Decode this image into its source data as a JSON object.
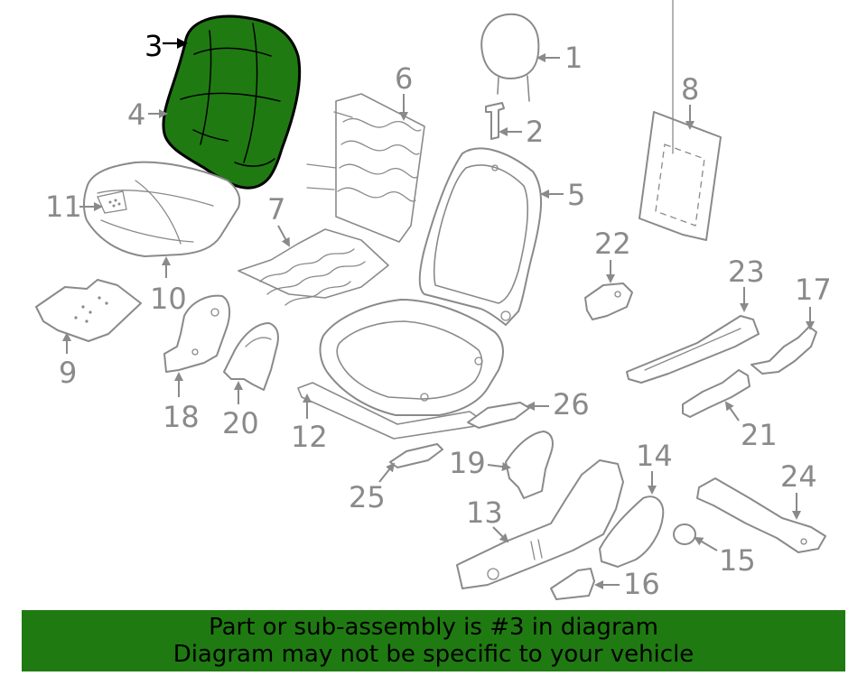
{
  "highlight_color": "#1f7a12",
  "line_color": "#8a8a8a",
  "callouts": {
    "c1": "1",
    "c2": "2",
    "c3": "3",
    "c4": "4",
    "c5": "5",
    "c6": "6",
    "c7": "7",
    "c8": "8",
    "c9": "9",
    "c10": "10",
    "c11": "11",
    "c12": "12",
    "c13": "13",
    "c14": "14",
    "c15": "15",
    "c16": "16",
    "c17": "17",
    "c18": "18",
    "c19": "19",
    "c20": "20",
    "c21": "21",
    "c22": "22",
    "c23": "23",
    "c24": "24",
    "c25": "25",
    "c26": "26"
  },
  "banner": {
    "line1": "Part or sub-assembly is #3 in diagram",
    "line2": "Diagram may not be specific to your vehicle"
  }
}
